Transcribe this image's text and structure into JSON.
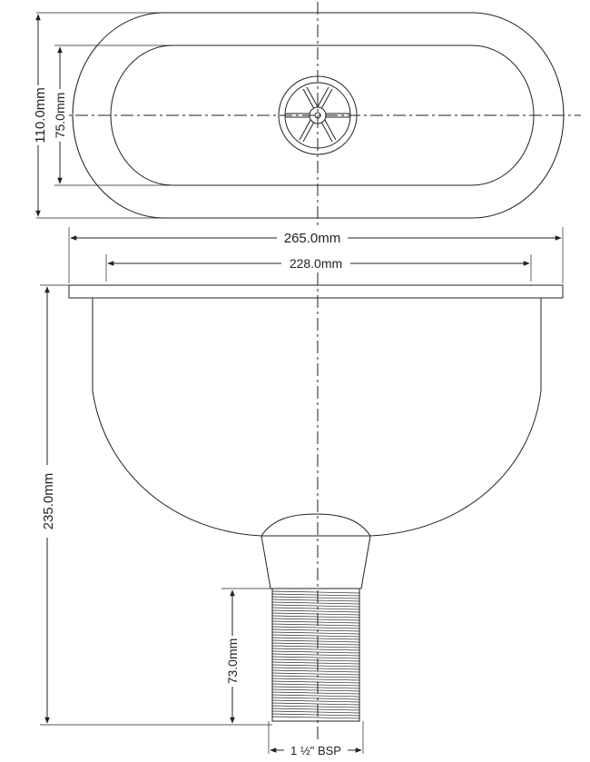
{
  "dimensions": {
    "top_height_outer": "110.0mm",
    "top_height_inner": "75.0mm",
    "width_outer": "265.0mm",
    "width_inner": "228.0mm",
    "total_height": "235.0mm",
    "thread_length": "73.0mm",
    "thread_size": "1 ½\" BSP"
  },
  "colors": {
    "line": "#222222",
    "background": "#ffffff"
  }
}
